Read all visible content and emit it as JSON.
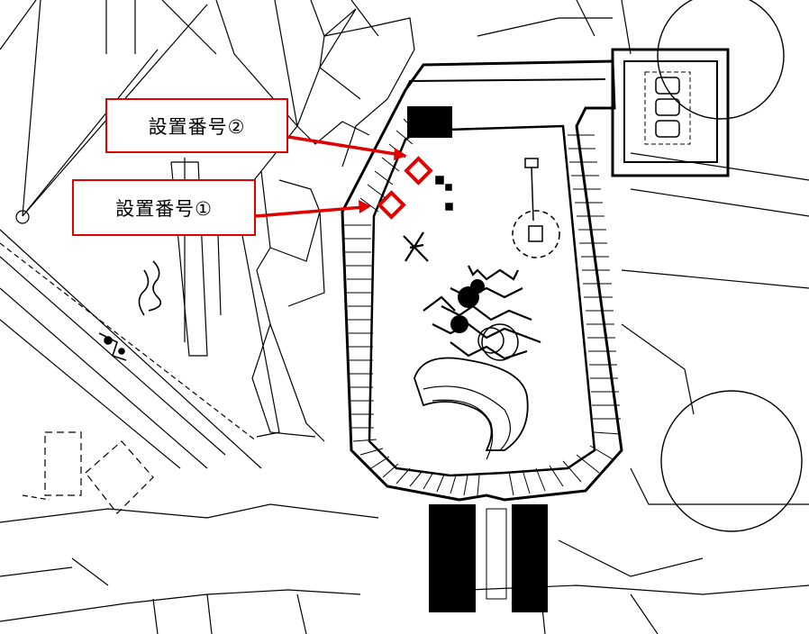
{
  "map": {
    "line_color": "#000000",
    "background_color": "#ffffff",
    "marker_color": "#e00000"
  },
  "markers": [
    {
      "id": "marker-1",
      "label": "設置番号①"
    },
    {
      "id": "marker-2",
      "label": "設置番号②"
    }
  ]
}
